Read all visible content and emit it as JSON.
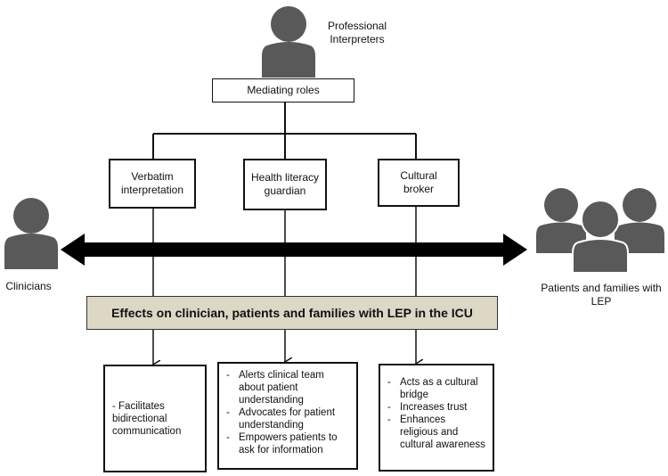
{
  "interpreters": {
    "label": "Professional Interpreters",
    "icon": "person-icon"
  },
  "mediating_roles": "Mediating roles",
  "roles": [
    {
      "label": "Verbatim interpretation"
    },
    {
      "label": "Health literacy guardian"
    },
    {
      "label": "Cultural broker"
    }
  ],
  "clinicians": {
    "label": "Clinicians",
    "icon": "person-icon"
  },
  "patients": {
    "label": "Patients and families with LEP",
    "icon": "group-icon"
  },
  "effects_title": "Effects on clinician, patients and families with LEP in the ICU",
  "effects": [
    {
      "items": [
        "- Facilitates bidirectional communication"
      ]
    },
    {
      "items": [
        "Alerts clinical team about patient understanding",
        "Advocates for patient understanding",
        "Empowers patients to ask for information"
      ]
    },
    {
      "items": [
        "Acts as a cultural bridge",
        "Increases trust",
        "Enhances religious and cultural awareness"
      ]
    }
  ],
  "colors": {
    "person": "#595959",
    "effects_bar": "#ddd8c6",
    "arrow": "#000000"
  }
}
